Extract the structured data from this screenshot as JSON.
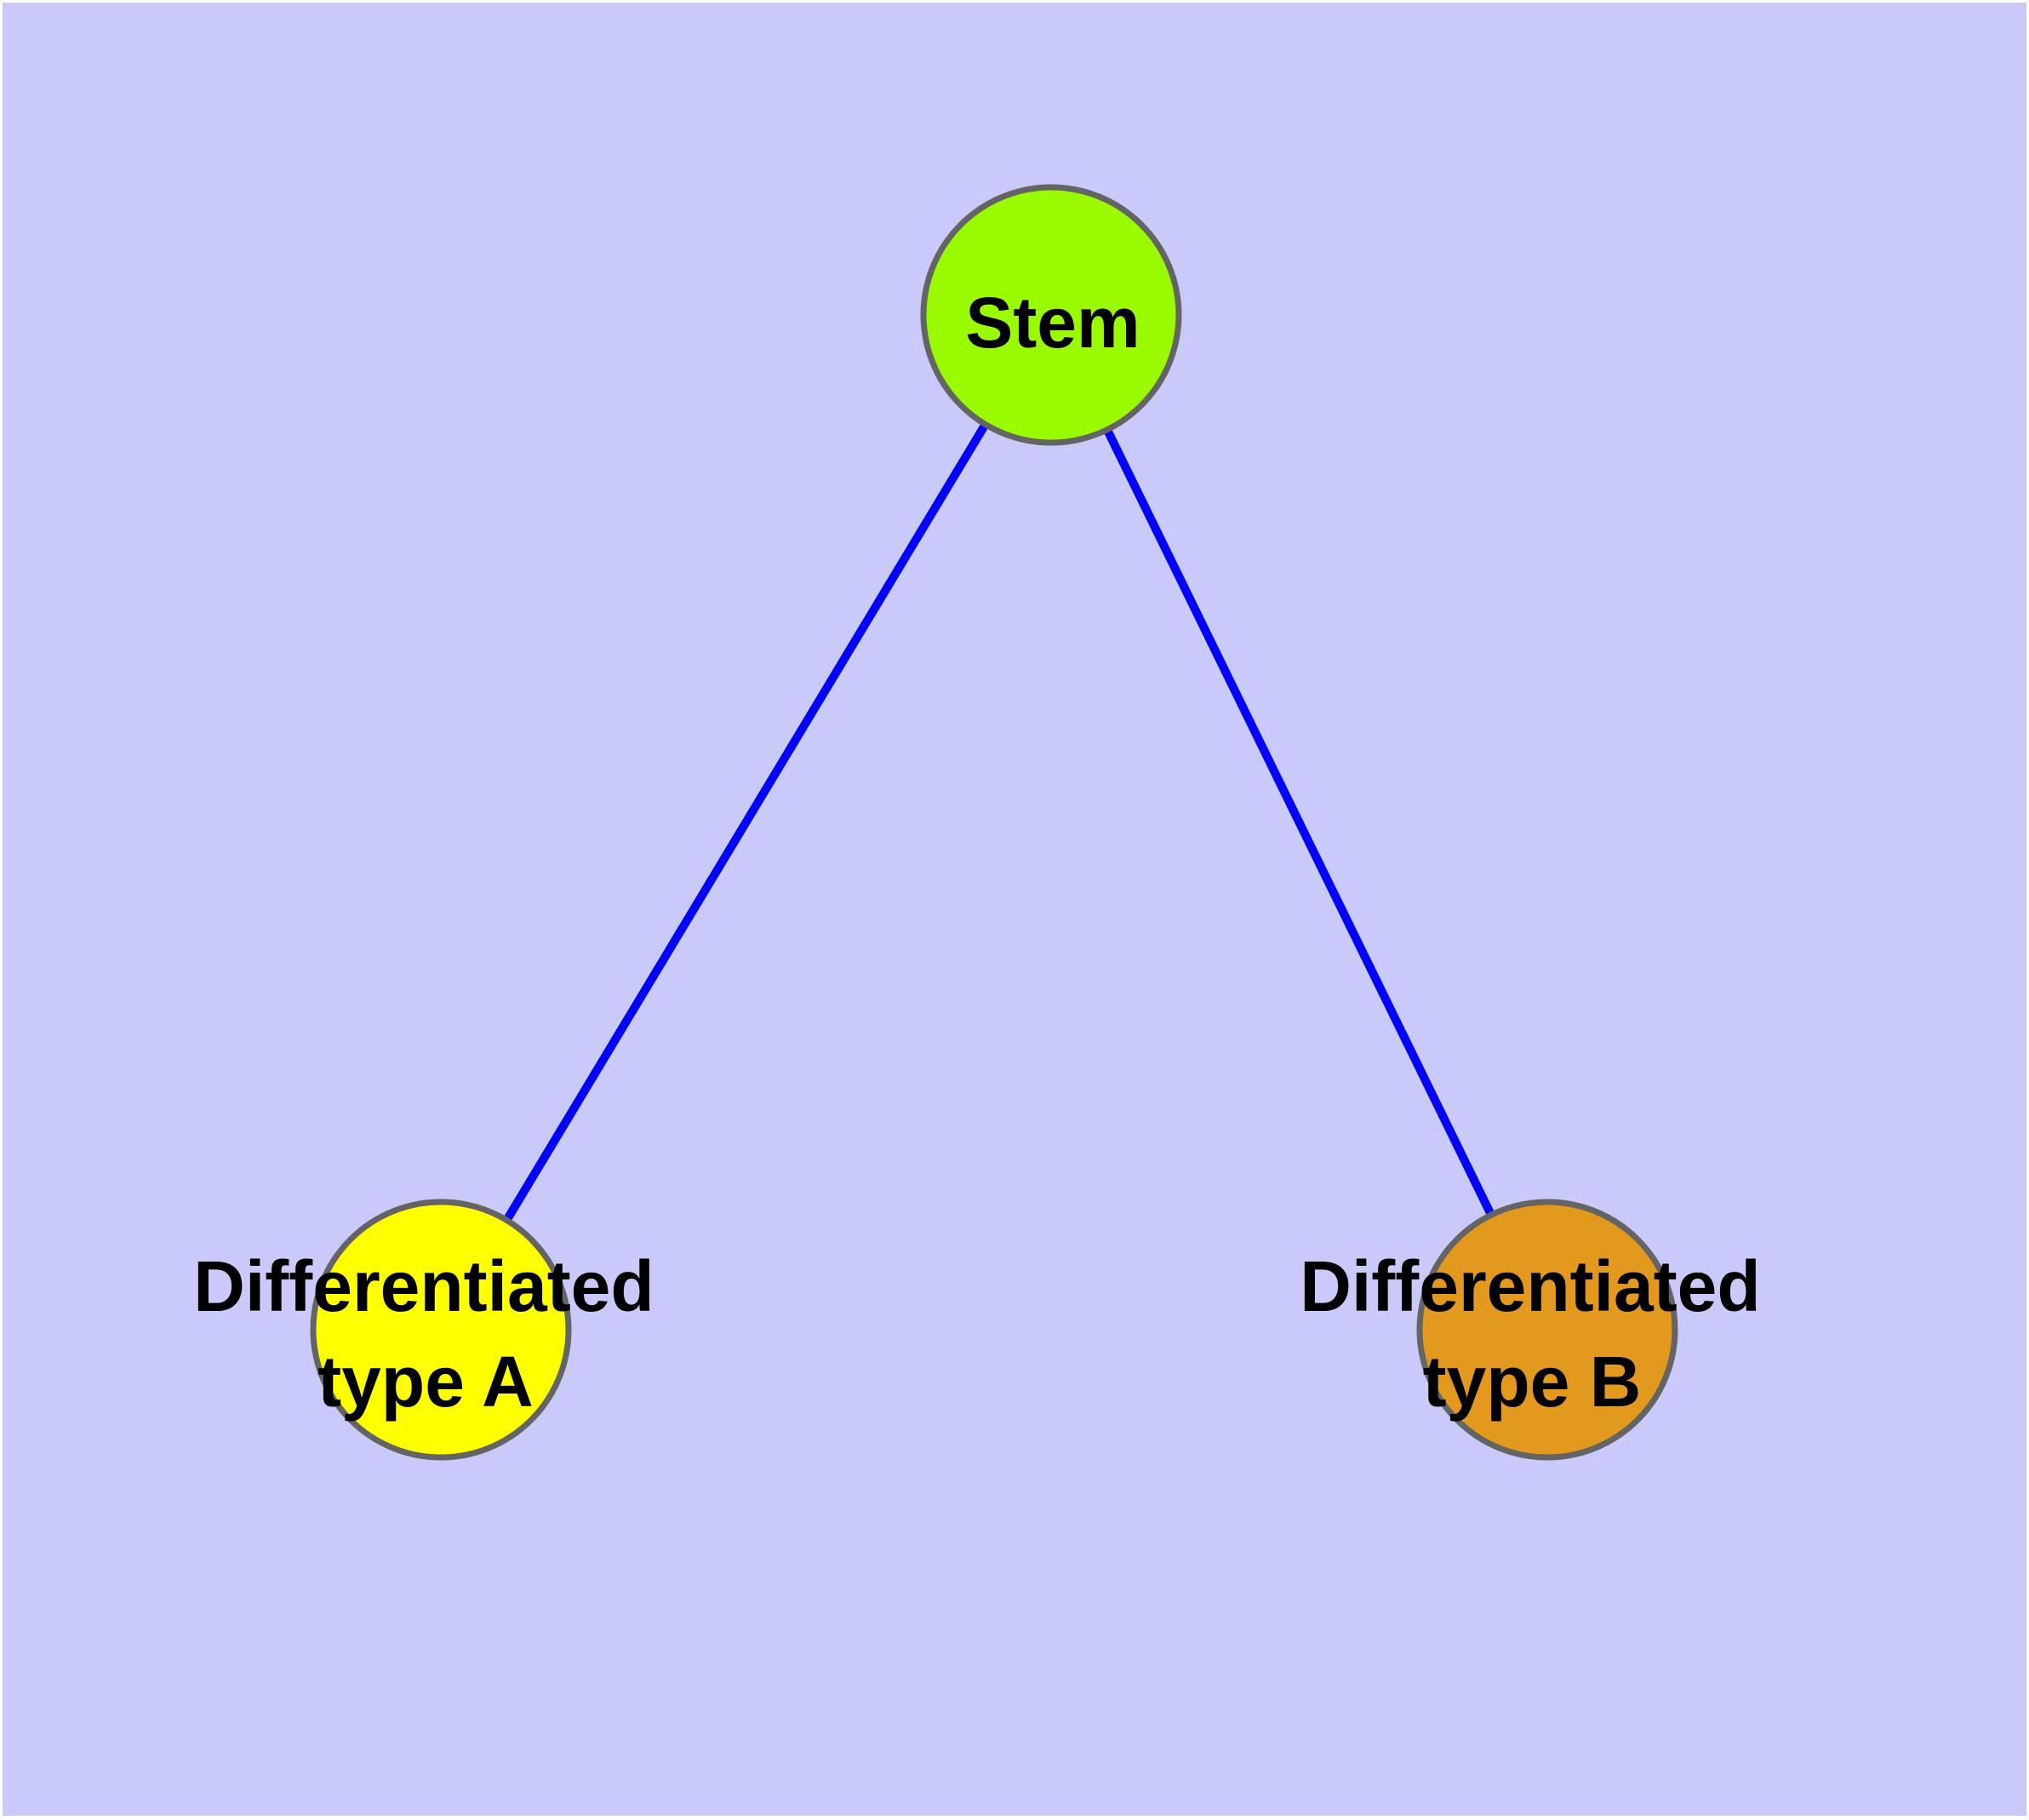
{
  "diagram": {
    "type": "graph",
    "background_color": "#C9C9FA",
    "frame_color": "#FFFFFF",
    "edge_color": "#0000FF",
    "node_border_color": "#646464",
    "label_color": "#000000",
    "nodes": {
      "stem": {
        "label": "Stem",
        "fill": "#9AFA00"
      },
      "type_a": {
        "label_line1": "Differentiated",
        "label_line2": "type A",
        "fill": "#FFFF00"
      },
      "type_b": {
        "label_line1": "Differentiated",
        "label_line2": "type B",
        "fill": "#E2991E"
      }
    },
    "edges": [
      {
        "from": "Stem",
        "to": "Differentiated type A"
      },
      {
        "from": "Stem",
        "to": "Differentiated type B"
      }
    ]
  }
}
